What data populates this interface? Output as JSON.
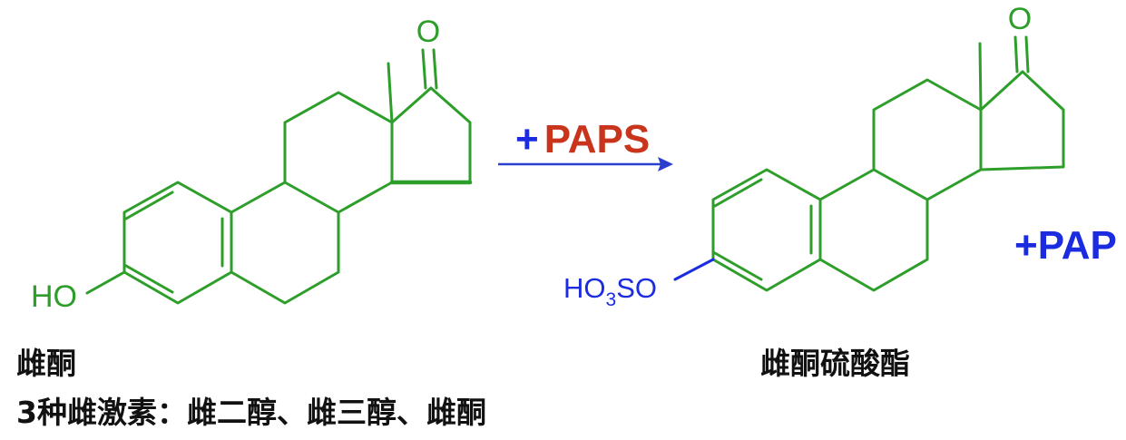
{
  "colors": {
    "bond": "#2e9e2b",
    "substituent": "#1a2be0",
    "reagent": "#c8351c",
    "arrow": "#2a3fd0",
    "caption": "#111111"
  },
  "reaction": {
    "reagent_plus": "+",
    "reagent": "PAPS",
    "byproduct": "+PAP"
  },
  "reactant": {
    "oxygen_label": "O",
    "hydroxyl_label": "HO",
    "name": "雌酮"
  },
  "product": {
    "oxygen_label": "O",
    "sulfate_group": {
      "prefix": "HO",
      "subscript": "3",
      "suffix": "SO"
    },
    "name": "雌酮硫酸酯"
  },
  "note": "3种雌激素：雌二醇、雌三醇、雌酮"
}
